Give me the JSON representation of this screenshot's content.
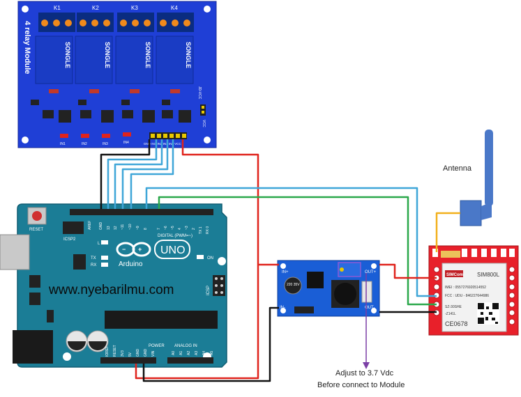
{
  "relay_module": {
    "title": "4 relay Module",
    "relay_labels": [
      "K1",
      "K2",
      "K3",
      "K4"
    ],
    "relay_brand": "SONGLE",
    "input_labels": [
      "IN1",
      "IN2",
      "IN3",
      "IN4"
    ],
    "header_pins": "GND IN1 IN2 IN3 IN4 VCC",
    "side_labels": [
      "JD-VCC",
      "VCC"
    ]
  },
  "arduino": {
    "brand": "Arduino",
    "model": "UNO",
    "reset_label": "RESET",
    "icsp2_label": "ICSP2",
    "icsp_label": "ICSP",
    "aref_label": "AREF",
    "gnd_label": "GND",
    "digital_label": "DIGITAL (PWM=~)",
    "tx_label": "TX",
    "rx_label": "RX",
    "on_label": "ON",
    "l_label": "L",
    "power_label": "POWER",
    "analog_label": "ANALOG IN",
    "power_pins": [
      "IOREF",
      "RESET",
      "3V3",
      "5V",
      "GND",
      "GND",
      "VIN"
    ],
    "analog_pins": [
      "A0",
      "A1",
      "A2",
      "A3",
      "A4",
      "A5"
    ],
    "digital_pins": [
      "13",
      "12",
      "~11",
      "~10",
      "~9",
      "8",
      "7",
      "~6",
      "~5",
      "4",
      "~3",
      "2",
      "TX 1",
      "RX 0"
    ],
    "watermark": "www.nyebarilmu.com"
  },
  "buck_converter": {
    "in_plus": "IN+",
    "in_minus": "IN-",
    "out_plus": "OUT+",
    "out_minus": "OUT-",
    "cap_text": "220 35V"
  },
  "gsm_module": {
    "brand": "SIMCom",
    "model": "SIM800L",
    "imei": "IMEI : 0557276920514552",
    "fcc": "FCC : UDU - 846227644986",
    "model_code": "SZ-30SHE",
    "sub_code": "-Z141L",
    "ce_mark": "CE0678"
  },
  "annotations": {
    "antenna": "Antenna",
    "adjust_line1": "Adjust to 3.7 Vdc",
    "adjust_line2": "Before connect to Module"
  },
  "colors": {
    "relay_board": "#1f3fd6",
    "arduino_board": "#1b7d96",
    "buck_board": "#1a5ed6",
    "gsm_board": "#e8202a",
    "antenna": "#4a78c8",
    "wire_red": "#e0231c",
    "wire_black": "#111111",
    "wire_blue": "#3fa6d8",
    "wire_green": "#2aa84a",
    "wire_yellow": "#f2b01c",
    "pointer_purple": "#7b3fa6"
  }
}
